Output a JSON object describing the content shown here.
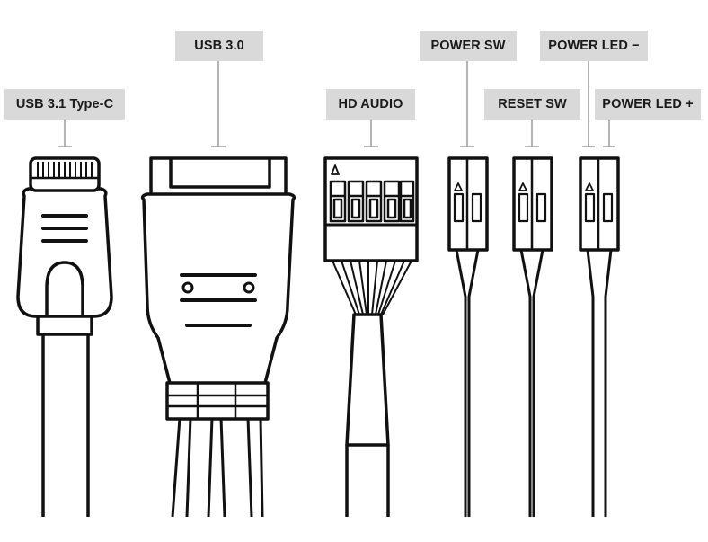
{
  "labels": {
    "usb31": "USB 3.1 Type-C",
    "usb30": "USB 3.0",
    "hdaudio": "HD AUDIO",
    "powersw": "POWER SW",
    "resetsw": "RESET SW",
    "powerledminus": "POWER LED −",
    "powerledplus": "POWER LED +"
  },
  "colors": {
    "label_bg": "#d9d9d9",
    "stroke": "#111111",
    "leader": "#9a9a9a"
  },
  "connectors": [
    {
      "id": "usb31-type-c",
      "label_ref": "usb31"
    },
    {
      "id": "usb30",
      "label_ref": "usb30"
    },
    {
      "id": "hd-audio",
      "label_ref": "hdaudio"
    },
    {
      "id": "power-sw",
      "label_ref": "powersw"
    },
    {
      "id": "reset-sw",
      "label_ref": "resetsw"
    },
    {
      "id": "power-led",
      "label_ref": "powerledminus"
    }
  ]
}
